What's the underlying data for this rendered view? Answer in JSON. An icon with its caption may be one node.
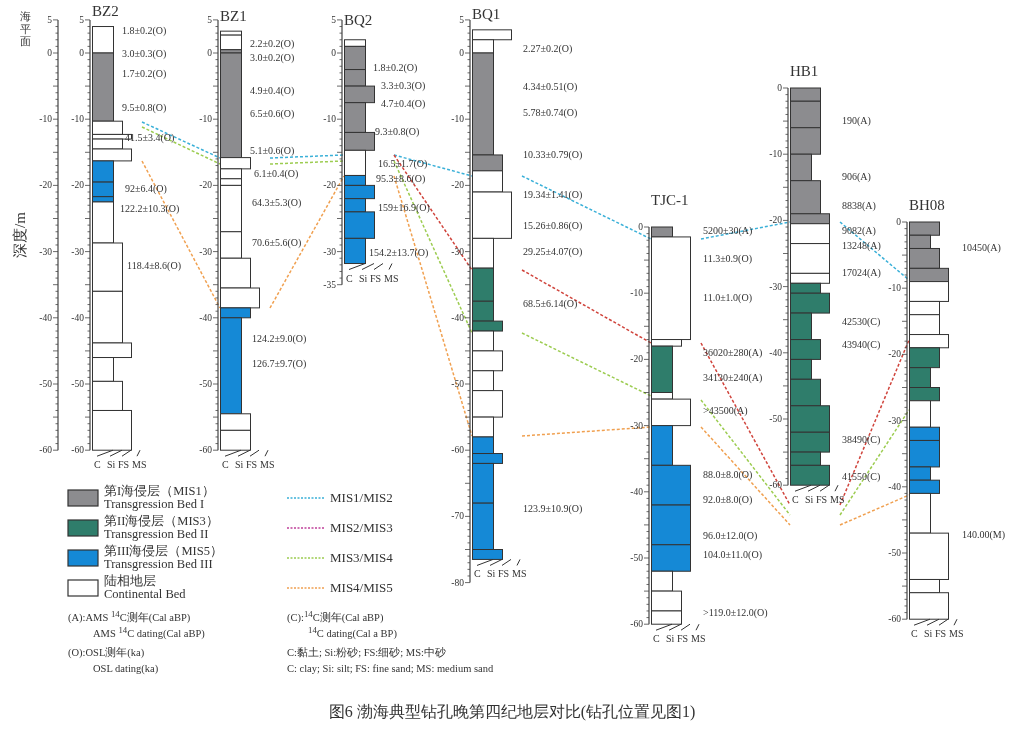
{
  "diagram": {
    "caption": "图6 渤海典型钻孔晚第四纪地层对比(钻孔位置见图1)",
    "nodes": [
      {
        "text": [
          "BZ2"
        ]
      },
      {
        "text": [
          "BZ1"
        ]
      },
      {
        "text": [
          "BQ2"
        ]
      },
      {
        "text": [
          "BQ1"
        ]
      },
      {
        "text": [
          "TJC-1"
        ]
      },
      {
        "text": [
          "HB1"
        ]
      },
      {
        "text": [
          "BH08"
        ]
      }
    ],
    "edges": [
      {
        "from": 0,
        "to": 1,
        "arrow": "none",
        "style": "dashed",
        "color": "#3ab0d8"
      },
      {
        "from": 1,
        "to": 2,
        "arrow": "none",
        "style": "dashed",
        "color": "#3ab0d8"
      },
      {
        "from": 2,
        "to": 3,
        "arrow": "none",
        "style": "dashed",
        "color": "#3ab0d8"
      },
      {
        "from": 3,
        "to": 4,
        "arrow": "none",
        "style": "dashed",
        "color": "#3ab0d8"
      },
      {
        "from": 4,
        "to": 5,
        "arrow": "none",
        "style": "dashed",
        "color": "#3ab0d8"
      },
      {
        "from": 5,
        "to": 6,
        "arrow": "none",
        "style": "dashed",
        "color": "#3ab0d8"
      },
      {
        "from": 2,
        "to": 3,
        "arrow": "none",
        "style": "dashed",
        "color": "#d0443c"
      },
      {
        "from": 3,
        "to": 4,
        "arrow": "none",
        "style": "dashed",
        "color": "#d0443c"
      },
      {
        "from": 4,
        "to": 5,
        "arrow": "none",
        "style": "dashed",
        "color": "#d0443c"
      },
      {
        "from": 5,
        "to": 6,
        "arrow": "none",
        "style": "dashed",
        "color": "#d0443c"
      },
      {
        "from": 0,
        "to": 1,
        "arrow": "none",
        "style": "dashed",
        "color": "#9ccc50"
      },
      {
        "from": 1,
        "to": 2,
        "arrow": "none",
        "style": "dashed",
        "color": "#9ccc50"
      },
      {
        "from": 2,
        "to": 3,
        "arrow": "none",
        "style": "dashed",
        "color": "#9ccc50"
      },
      {
        "from": 3,
        "to": 4,
        "arrow": "none",
        "style": "dashed",
        "color": "#9ccc50"
      },
      {
        "from": 4,
        "to": 5,
        "arrow": "none",
        "style": "dashed",
        "color": "#9ccc50"
      },
      {
        "from": 5,
        "to": 6,
        "arrow": "none",
        "style": "dashed",
        "color": "#9ccc50"
      },
      {
        "from": 0,
        "to": 1,
        "arrow": "none",
        "style": "dashed",
        "color": "#f0a050"
      },
      {
        "from": 1,
        "to": 2,
        "arrow": "none",
        "style": "dashed",
        "color": "#f0a050"
      },
      {
        "from": 2,
        "to": 3,
        "arrow": "none",
        "style": "dashed",
        "color": "#f0a050"
      },
      {
        "from": 3,
        "to": 4,
        "arrow": "none",
        "style": "dashed",
        "color": "#f0a050"
      },
      {
        "from": 4,
        "to": 5,
        "arrow": "none",
        "style": "dashed",
        "color": "#f0a050"
      },
      {
        "from": 5,
        "to": 6,
        "arrow": "none",
        "style": "dashed",
        "color": "#f0a050"
      }
    ],
    "labels": [
      "海平面",
      "深度/m",
      "5",
      "0",
      "-10",
      "-20",
      "-30",
      "-40",
      "-50",
      "-60",
      "5",
      "0",
      "-10",
      "-20",
      "-30",
      "-40",
      "-50",
      "-60",
      "1.8±0.2(O)",
      "3.0±0.3(O)",
      "1.7±0.2(O)",
      "9.5±0.8(O)",
      "41.5±3.4(O)",
      "92±6.4(O)",
      "122.2±10.3(O)",
      "118.4±8.6(O)",
      "C",
      "Si",
      "FS",
      "MS",
      "5",
      "0",
      "-10",
      "-20",
      "-30",
      "-40",
      "-50",
      "-60",
      "2.2±0.2(O)",
      "3.0±0.2(O)",
      "4.9±0.4(O)",
      "6.5±0.6(O)",
      "5.1±0.6(O)",
      "6.1±0.4(O)",
      "64.3±5.3(O)",
      "70.6±5.6(O)",
      "124.2±9.0(O)",
      "126.7±9.7(O)",
      "C",
      "Si",
      "FS",
      "MS",
      "5",
      "0",
      "-10",
      "-20",
      "-30",
      "-35",
      "1.8±0.2(O)",
      "3.3±0.3(O)",
      "4.7±0.4(O)",
      "9.3±0.8(O)",
      "16.5±1.7(O)",
      "95.3±8.6(O)",
      "159±16.9(O)",
      "154.2±13.7(O)",
      "C",
      "Si",
      "FS",
      "MS",
      "5",
      "0",
      "-10",
      "-20",
      "-30",
      "-40",
      "-50",
      "-60",
      "-70",
      "-80",
      "2.27±0.2(O)",
      "4.34±0.51(O)",
      "5.78±0.74(O)",
      "10.33±0.79(O)",
      "19.34±1.41(O)",
      "15.26±0.86(O)",
      "29.25±4.07(O)",
      "68.5±6.14(O)",
      "123.9±10.9(O)",
      "C",
      "Si",
      "FS",
      "MS",
      "0",
      "-10",
      "-20",
      "-30",
      "-40",
      "-50",
      "-60",
      "5200±30(A)",
      "11.3±0.9(O)",
      "11.0±1.0(O)",
      "36020±280(A)",
      "34130±240(A)",
      ">43500(A)",
      "88.0±8.0(O)",
      "92.0±8.0(O)",
      "96.0±12.0(O)",
      "104.0±11.0(O)",
      ">119.0±12.0(O)",
      "C",
      "Si",
      "FS",
      "MS",
      "0",
      "-10",
      "-20",
      "-30",
      "-40",
      "-50",
      "-60",
      "190(A)",
      "906(A)",
      "8838(A)",
      "9082(A)",
      "13248(A)",
      "17024(A)",
      "42530(C)",
      "43940(C)",
      "38490(C)",
      "41550(C)",
      "C",
      "Si",
      "FS",
      "MS",
      "0",
      "-10",
      "-20",
      "-30",
      "-40",
      "-50",
      "-60",
      "10450(A)",
      "140.00(M)",
      "C",
      "Si",
      "FS",
      "MS",
      "(A):AMS $^{14}$C测年(Cal aBP)",
      "AMS $^{14}$C dating(Cal aBP)",
      "(O):OSL测年(ka)",
      "OSL dating(ka)",
      "(C):$^{14}$C测年(Cal aBP)",
      "$^{14}$C dating(Cal a BP)",
      "C:黏土; Si:粉砂; FS:细砂; MS:中砂",
      "C: clay; Si: silt; FS: fine sand; MS: medium sand"
    ],
    "legend": [
      {
        "text": "第I海侵层（MIS1） Transgression Bed I",
        "color": "#8c8c8f"
      },
      {
        "text": "第II海侵层（MIS3） Transgression Bed II",
        "color": "#2f7d6b"
      },
      {
        "text": "第III海侵层（MIS5） Transgression Bed III",
        "color": "#1589d6"
      },
      {
        "text": "陆相地层 Continental Bed",
        "color": "#ffffff"
      },
      {
        "text": "MIS1/MIS2"
      },
      {
        "text": "MIS2/MIS3"
      },
      {
        "text": "MIS3/MIS4"
      },
      {
        "text": "MIS4/MIS5"
      }
    ]
  }
}
